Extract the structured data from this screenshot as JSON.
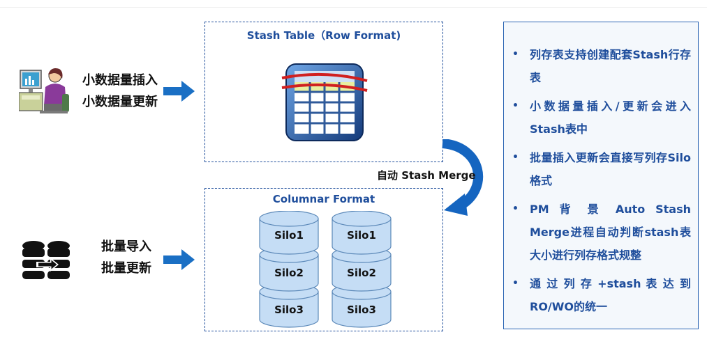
{
  "left": {
    "small_labels": [
      "小数据量插入",
      "小数据量更新"
    ],
    "bulk_labels": [
      "批量导入",
      "批量更新"
    ],
    "icons": {
      "user": "computer-user-icon",
      "database": "database-transfer-icon"
    }
  },
  "stash_box": {
    "title": "Stash Table（Row Format)"
  },
  "merge": {
    "label": "自动 Stash Merge"
  },
  "columnar_box": {
    "title": "Columnar Format",
    "columns": [
      [
        "Silo1",
        "Silo2",
        "Silo3"
      ],
      [
        "Silo1",
        "Silo2",
        "Silo3"
      ]
    ]
  },
  "right_panel": {
    "bullets": [
      "列存表支持创建配套Stash行存表",
      "小数据量插入/更新会进入Stash表中",
      "批量插入更新会直接写列存Silo格式",
      "PM 背 景 Auto  Stash Merge进程自动判断stash表大小进行列存格式规整",
      "通 过 列 存 +stash 表 达 到 RO/WO的统一"
    ]
  },
  "colors": {
    "accent": "#1f4e9c",
    "arrow": "#1565c0",
    "silo": "#c5ddf5",
    "panel_bg": "#f4f8fc"
  }
}
